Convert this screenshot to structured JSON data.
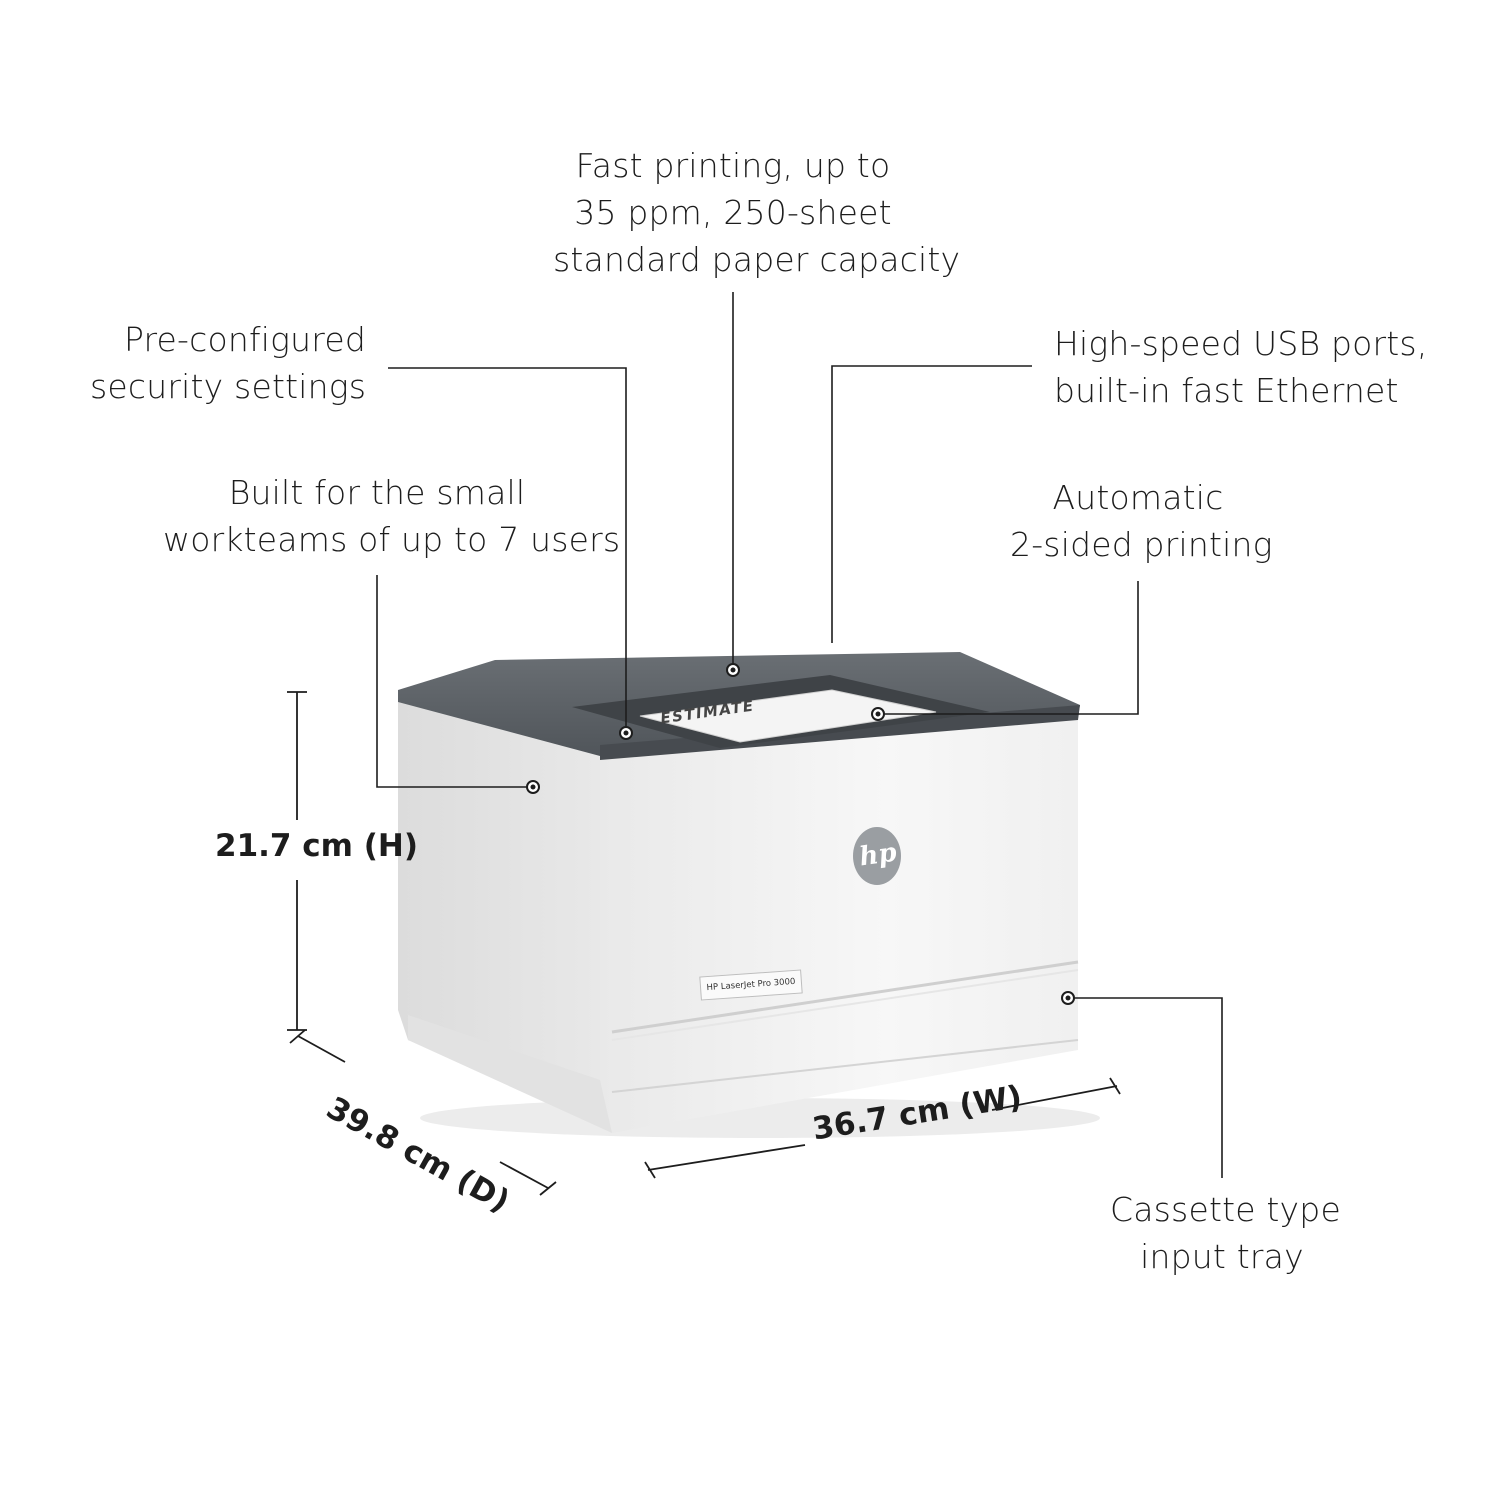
{
  "callouts": {
    "fast_printing": [
      "Fast printing, up to",
      "35 ppm, 250-sheet",
      "standard paper capacity"
    ],
    "security": [
      "Pre-configured",
      "security settings"
    ],
    "usb": [
      "High-speed USB ports,",
      "built-in fast Ethernet"
    ],
    "workteams": [
      "Built for the small",
      "workteams of up to 7 users"
    ],
    "duplex": [
      "Automatic",
      "2-sided printing"
    ],
    "cassette": [
      "Cassette type",
      "input tray"
    ]
  },
  "dimensions": {
    "height": "21.7 cm (H)",
    "depth": "39.8 cm (D)",
    "width": "36.7 cm (W)"
  },
  "product": {
    "model_label": "HP LaserJet Pro 3000",
    "paper_text": "ESTIMATE",
    "logo_text": "hp"
  },
  "colors": {
    "lid": "#5c6166",
    "body": "#f2f2f2",
    "logo_badge": "#9a9ea2",
    "leader_line": "#1d1d1d"
  }
}
